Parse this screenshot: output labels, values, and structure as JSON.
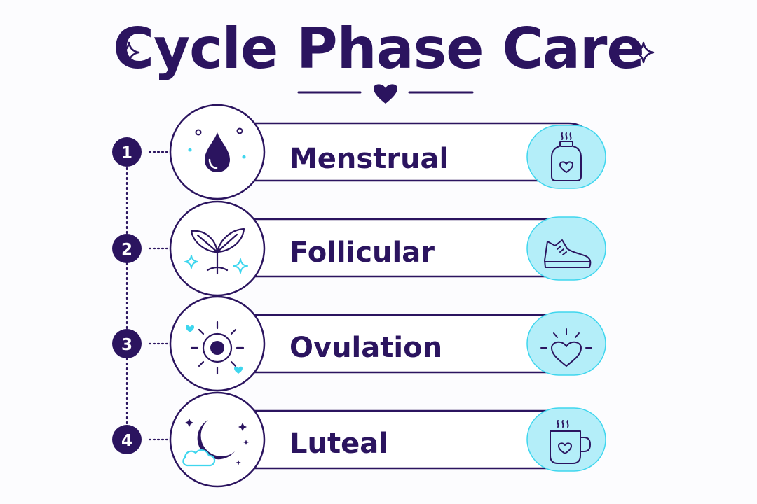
{
  "title": "Cycle Phase Care",
  "colors": {
    "primary": "#2b145f",
    "accent": "#3fd6ee",
    "pill_fill": "#b4eef9",
    "background": "#fcfcfe"
  },
  "phases": [
    {
      "number": "1",
      "label": "Menstrual",
      "phase_icon": "water-drop-icon",
      "care_icon": "heart-jar-icon"
    },
    {
      "number": "2",
      "label": "Follicular",
      "phase_icon": "sprout-icon",
      "care_icon": "sneaker-icon"
    },
    {
      "number": "3",
      "label": "Ovulation",
      "phase_icon": "sun-icon",
      "care_icon": "glowing-heart-icon"
    },
    {
      "number": "4",
      "label": "Luteal",
      "phase_icon": "crescent-moon-icon",
      "care_icon": "heart-mug-icon"
    }
  ]
}
